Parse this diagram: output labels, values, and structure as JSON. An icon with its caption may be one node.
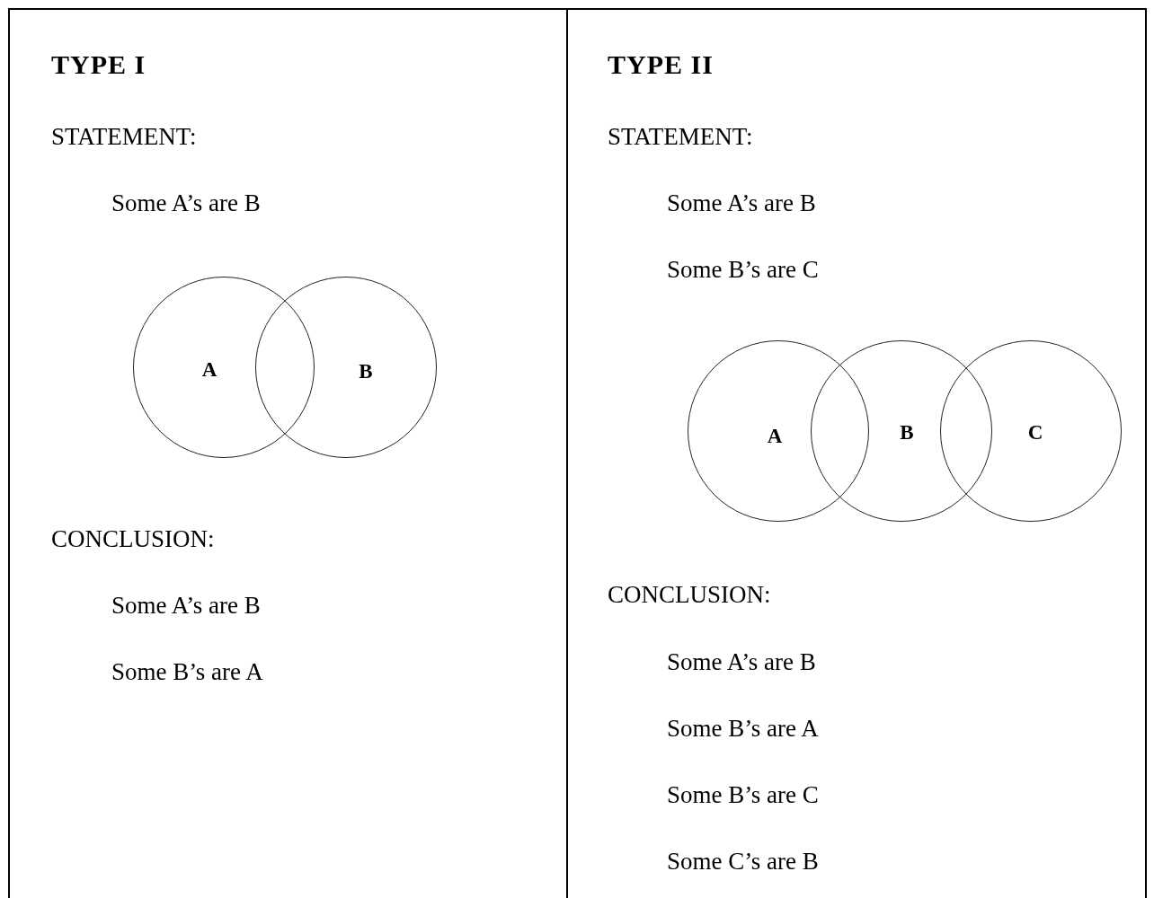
{
  "diagram": {
    "nodes": [
      {
        "text": [
          "TYPE I",
          "STATEMENT:",
          "Some A’s are B",
          "CONCLUSION:",
          "Some A’s are B",
          "Some B’s are A"
        ]
      },
      {
        "text": [
          "A"
        ],
        "in": 0
      },
      {
        "text": [
          "B"
        ],
        "in": 0
      },
      {
        "text": [
          "TYPE II",
          "STATEMENT:",
          "Some A’s are B",
          "Some B’s are C",
          "CONCLUSION:",
          "Some A’s are B",
          "Some B’s are A",
          "Some B’s are C",
          "Some C’s are B"
        ]
      },
      {
        "text": [
          "A"
        ],
        "in": 3
      },
      {
        "text": [
          "B"
        ],
        "in": 3
      },
      {
        "text": [
          "C"
        ],
        "in": 3
      }
    ],
    "edges": []
  }
}
